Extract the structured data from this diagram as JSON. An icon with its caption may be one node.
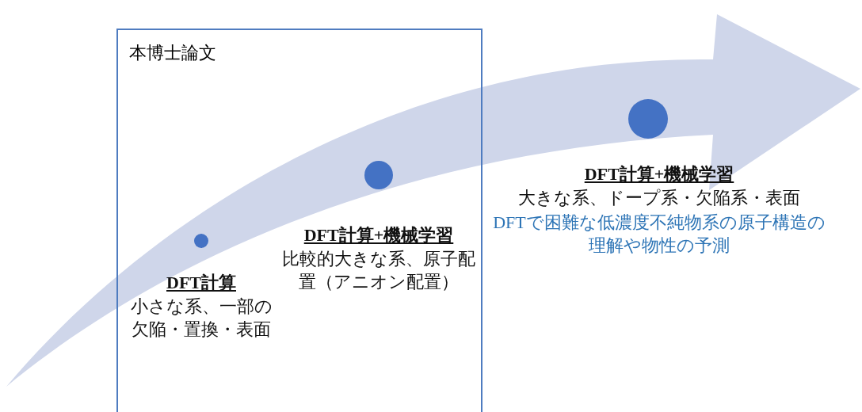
{
  "diagram": {
    "nodes": [
      {
        "text": [
          "本博士論文"
        ]
      },
      {
        "text": [],
        "shape": "circle",
        "in": 0,
        "beside": [
          "DFT計算",
          "小さな系、一部の欠陥・置換・表面"
        ]
      },
      {
        "text": [],
        "shape": "circle",
        "in": 0,
        "beside": [
          "DFT計算+機械学習",
          "比較的大きな系、原子配置（アニオン配置）"
        ]
      },
      {
        "text": [],
        "shape": "circle",
        "beside": [
          "DFT計算+機械学習",
          "大きな系、ドープ系・欠陥系・表面",
          "DFTで困難な低濃度不純物系の原子構造の理解や物性の予測"
        ]
      }
    ]
  }
}
